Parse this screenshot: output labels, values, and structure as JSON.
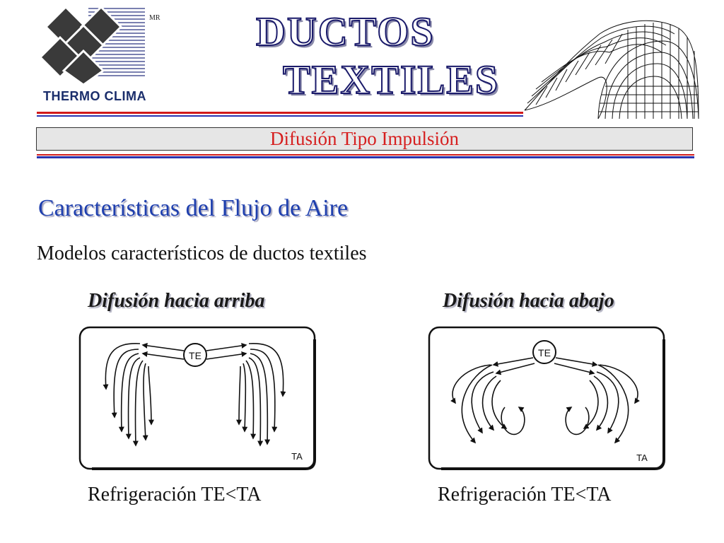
{
  "logo": {
    "mark": "MR",
    "name": "THERMO CLIMA"
  },
  "title": {
    "line1": "DUCTOS",
    "line2": "TEXTILES"
  },
  "band": {
    "text": "Difusión Tipo Impulsión"
  },
  "section": {
    "heading": "Características del Flujo de Aire",
    "subheading": "Modelos característicos de ductos textiles"
  },
  "figures": [
    {
      "title": "Difusión hacia arriba",
      "center_label": "TE",
      "corner_label": "TA",
      "caption": "Refrigeración TE<TA"
    },
    {
      "title": "Difusión hacia abajo",
      "center_label": "TE",
      "corner_label": "TA",
      "caption": "Refrigeración TE<TA"
    }
  ],
  "colors": {
    "red": "#d21a1a",
    "blue": "#2a34b0",
    "heading_blue": "#1e3fae",
    "logo_dark": "#3a3a3a",
    "logo_text": "#1a2d6b"
  }
}
